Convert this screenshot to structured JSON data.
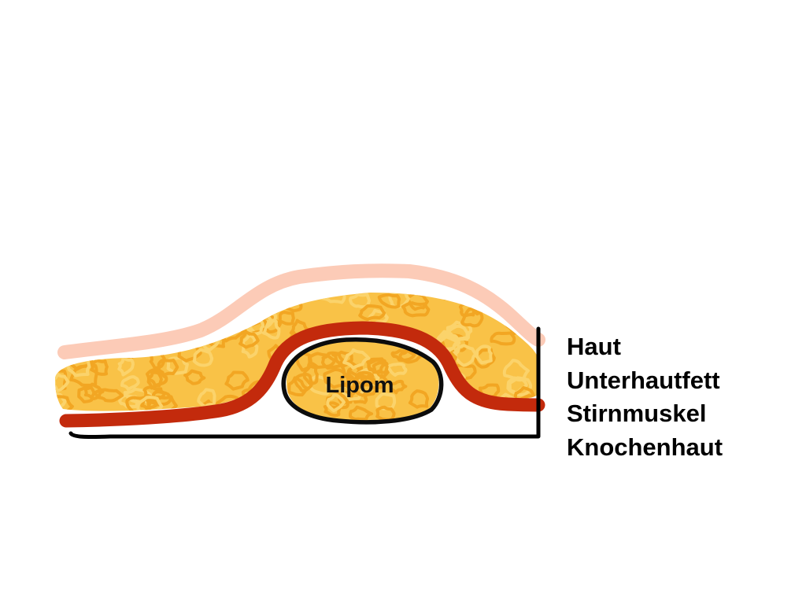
{
  "diagram": {
    "lipoma_label": "Lipom",
    "layers": [
      {
        "id": "skin",
        "label": "Haut",
        "color": "#fccbb7"
      },
      {
        "id": "subcutaneous-fat",
        "label": "Unterhautfett",
        "color": "#f7b733"
      },
      {
        "id": "frontalis-muscle",
        "label": "Stirnmuskel",
        "color": "#c32a0c"
      },
      {
        "id": "periosteum",
        "label": "Knochenhaut",
        "color": "#000000"
      }
    ]
  }
}
